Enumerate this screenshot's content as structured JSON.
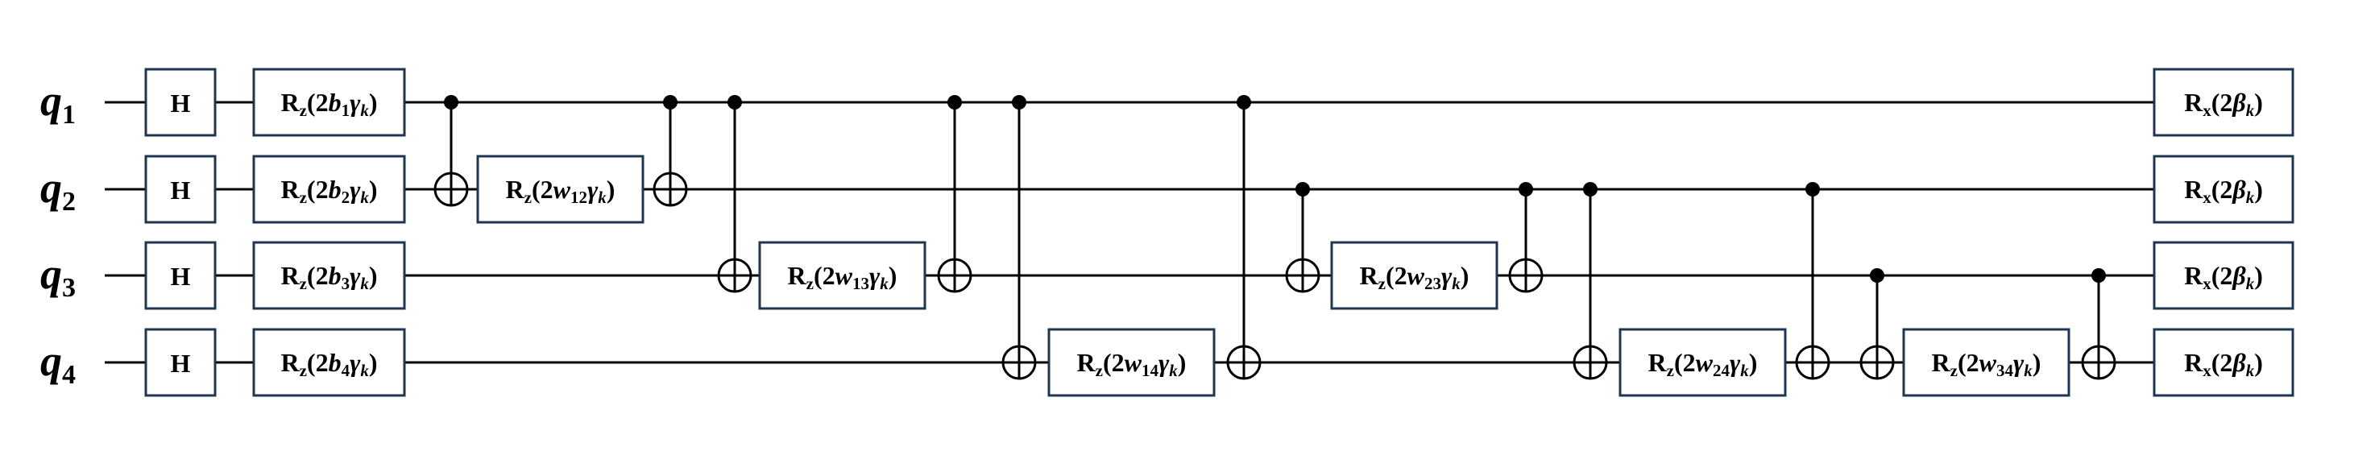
{
  "qubits": [
    {
      "base": "q",
      "sub": "1"
    },
    {
      "base": "q",
      "sub": "2"
    },
    {
      "base": "q",
      "sub": "3"
    },
    {
      "base": "q",
      "sub": "4"
    }
  ],
  "hadamard_label": "H",
  "rz_bias_gates": [
    {
      "qubit": 0,
      "parts": [
        [
          "R",
          ""
        ],
        [
          "z",
          "sub"
        ],
        [
          "(2",
          ""
        ],
        [
          "b",
          "it"
        ],
        [
          "1",
          "sub"
        ],
        [
          "γ",
          "it"
        ],
        [
          "k",
          "subit"
        ],
        [
          ")",
          ""
        ]
      ]
    },
    {
      "qubit": 1,
      "parts": [
        [
          "R",
          ""
        ],
        [
          "z",
          "sub"
        ],
        [
          "(2",
          ""
        ],
        [
          "b",
          "it"
        ],
        [
          "2",
          "sub"
        ],
        [
          "γ",
          "it"
        ],
        [
          "k",
          "subit"
        ],
        [
          ")",
          ""
        ]
      ]
    },
    {
      "qubit": 2,
      "parts": [
        [
          "R",
          ""
        ],
        [
          "z",
          "sub"
        ],
        [
          "(2",
          ""
        ],
        [
          "b",
          "it"
        ],
        [
          "3",
          "sub"
        ],
        [
          "γ",
          "it"
        ],
        [
          "k",
          "subit"
        ],
        [
          ")",
          ""
        ]
      ]
    },
    {
      "qubit": 3,
      "parts": [
        [
          "R",
          ""
        ],
        [
          "z",
          "sub"
        ],
        [
          "(2",
          ""
        ],
        [
          "b",
          "it"
        ],
        [
          "4",
          "sub"
        ],
        [
          "γ",
          "it"
        ],
        [
          "k",
          "subit"
        ],
        [
          ")",
          ""
        ]
      ]
    }
  ],
  "coupling_blocks": [
    {
      "control": 0,
      "target": 1,
      "parts": [
        [
          "R",
          ""
        ],
        [
          "z",
          "sub"
        ],
        [
          "(2",
          ""
        ],
        [
          "w",
          "it"
        ],
        [
          "12",
          "sub"
        ],
        [
          "γ",
          "it"
        ],
        [
          "k",
          "subit"
        ],
        [
          ")",
          ""
        ]
      ]
    },
    {
      "control": 0,
      "target": 2,
      "parts": [
        [
          "R",
          ""
        ],
        [
          "z",
          "sub"
        ],
        [
          "(2",
          ""
        ],
        [
          "w",
          "it"
        ],
        [
          "13",
          "sub"
        ],
        [
          "γ",
          "it"
        ],
        [
          "k",
          "subit"
        ],
        [
          ")",
          ""
        ]
      ]
    },
    {
      "control": 0,
      "target": 3,
      "parts": [
        [
          "R",
          ""
        ],
        [
          "z",
          "sub"
        ],
        [
          "(2",
          ""
        ],
        [
          "w",
          "it"
        ],
        [
          "14",
          "sub"
        ],
        [
          "γ",
          "it"
        ],
        [
          "k",
          "subit"
        ],
        [
          ")",
          ""
        ]
      ]
    },
    {
      "control": 1,
      "target": 2,
      "parts": [
        [
          "R",
          ""
        ],
        [
          "z",
          "sub"
        ],
        [
          "(2",
          ""
        ],
        [
          "w",
          "it"
        ],
        [
          "23",
          "sub"
        ],
        [
          "γ",
          "it"
        ],
        [
          "k",
          "subit"
        ],
        [
          ")",
          ""
        ]
      ]
    },
    {
      "control": 1,
      "target": 3,
      "parts": [
        [
          "R",
          ""
        ],
        [
          "z",
          "sub"
        ],
        [
          "(2",
          ""
        ],
        [
          "w",
          "it"
        ],
        [
          "24",
          "sub"
        ],
        [
          "γ",
          "it"
        ],
        [
          "k",
          "subit"
        ],
        [
          ")",
          ""
        ]
      ]
    },
    {
      "control": 2,
      "target": 3,
      "parts": [
        [
          "R",
          ""
        ],
        [
          "z",
          "sub"
        ],
        [
          "(2",
          ""
        ],
        [
          "w",
          "it"
        ],
        [
          "34",
          "sub"
        ],
        [
          "γ",
          "it"
        ],
        [
          "k",
          "subit"
        ],
        [
          ")",
          ""
        ]
      ]
    }
  ],
  "rx_mixer_parts": [
    [
      "R",
      ""
    ],
    [
      "x",
      "sub"
    ],
    [
      "(2",
      ""
    ],
    [
      "β",
      "it"
    ],
    [
      "k",
      "subit"
    ],
    [
      ")",
      ""
    ]
  ],
  "colors": {
    "gate_border": "#1f3550",
    "wire": "#000000"
  }
}
